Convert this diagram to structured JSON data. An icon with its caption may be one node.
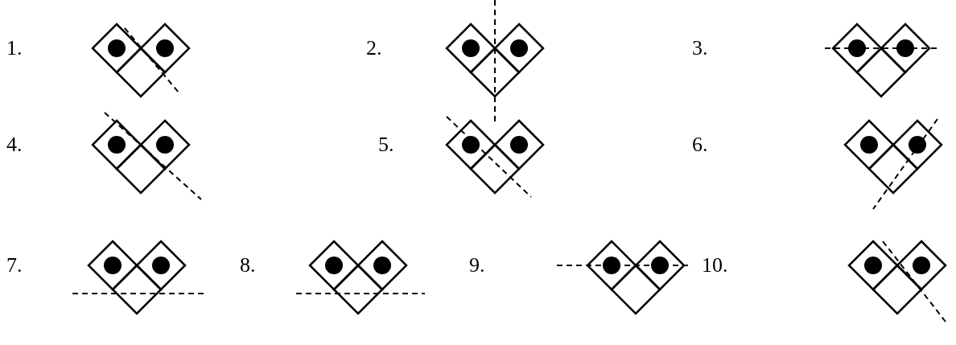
{
  "diagram": {
    "labels": [
      "1.",
      "2.",
      "3.",
      "4.",
      "5.",
      "6.",
      "7.",
      "8.",
      "9.",
      "10."
    ]
  }
}
